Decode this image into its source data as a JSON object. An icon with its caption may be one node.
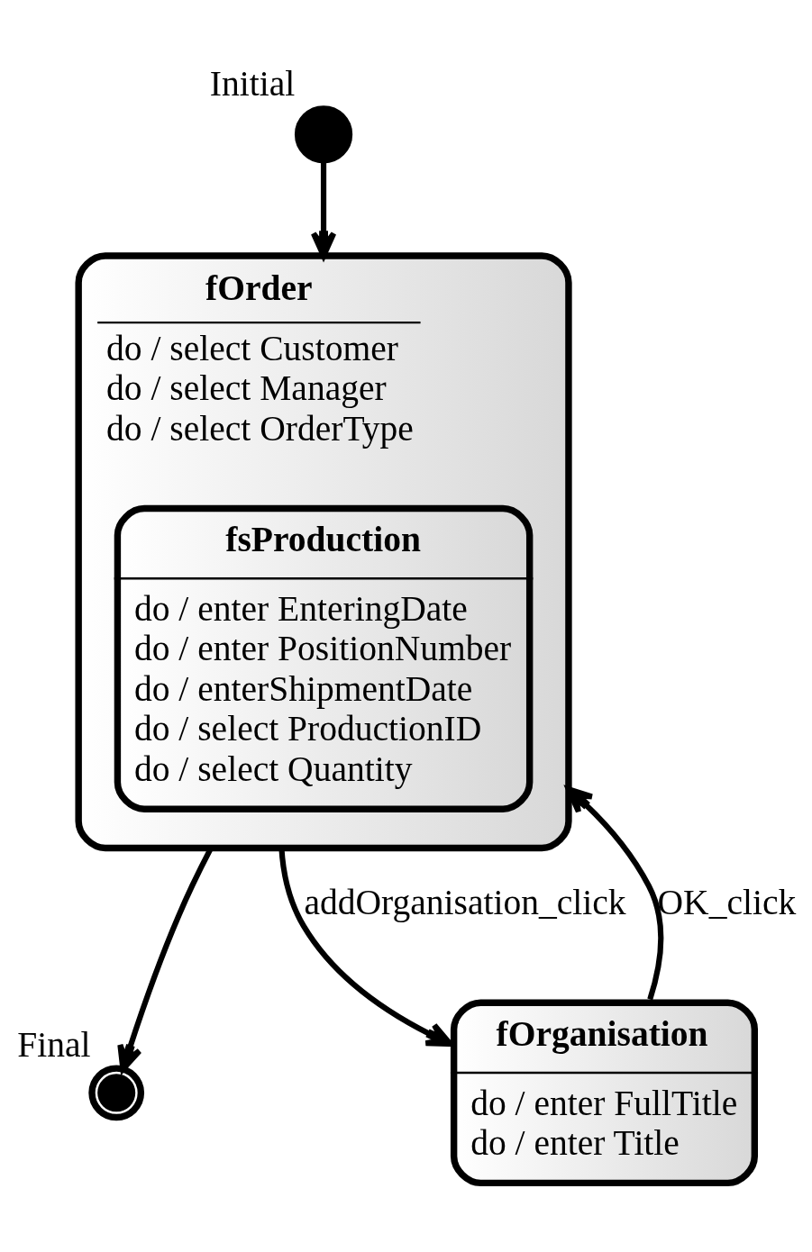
{
  "diagram": {
    "nodes": [
      {
        "text": [],
        "shape": "circle",
        "beside": [
          "Initial"
        ]
      },
      {
        "text": [],
        "shape": "bullseye",
        "beside": [
          "Final"
        ]
      },
      {
        "text": [
          "fOrder",
          "do / select Customer",
          "do / select Manager",
          "do / select OrderType"
        ]
      },
      {
        "text": [
          "fsProduction",
          "do / enter EnteringDate",
          "do / enter PositionNumber",
          "do / enterShipmentDate",
          "do / select ProductionID",
          "do / select Quantity"
        ],
        "in": 2
      },
      {
        "text": [
          "fOrganisation",
          "do / enter FullTitle",
          "do / enter Title"
        ]
      }
    ],
    "edges": [
      {
        "from": 0,
        "to": 2,
        "arrow": "to"
      },
      {
        "from": 2,
        "to": 1,
        "arrow": "to"
      },
      {
        "from": 2,
        "to": 4,
        "arrow": "to",
        "label": "addOrganisation_click"
      },
      {
        "from": 4,
        "to": 2,
        "arrow": "to",
        "label": "OK_click"
      }
    ]
  }
}
